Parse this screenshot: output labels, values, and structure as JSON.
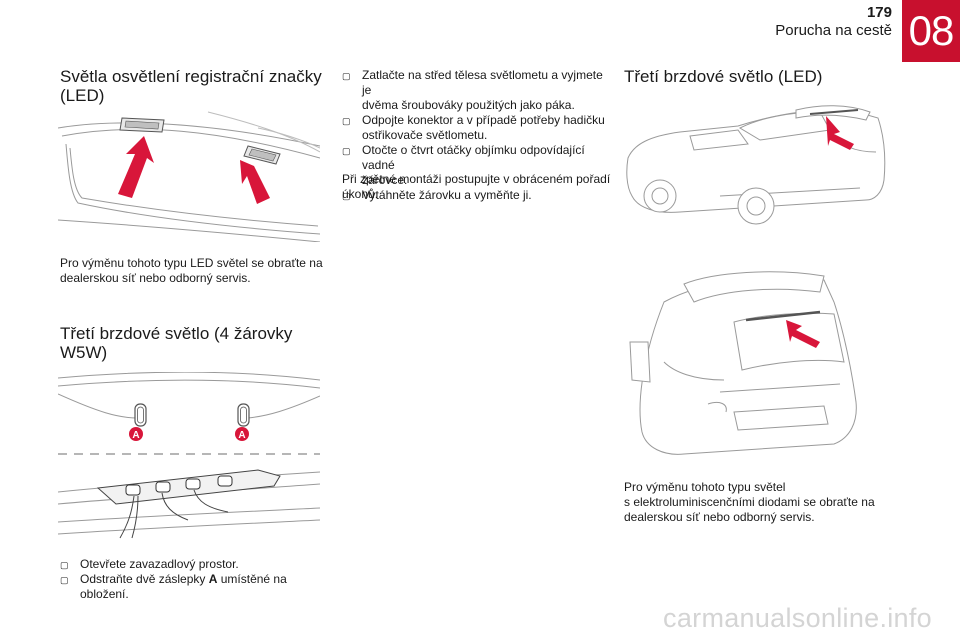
{
  "header": {
    "page_number": "179",
    "chapter_name": "Porucha na cestě",
    "chapter_number": "08"
  },
  "left_column": {
    "section1": {
      "title_line1": "Světla osvětlení registrační značky",
      "title_line2": "(LED)",
      "text_line1": "Pro výměnu tohoto typu LED světel se obraťte na",
      "text_line2": "dealerskou síť nebo odborný servis."
    },
    "section2": {
      "title_line1": "Třetí brzdové světlo (4 žárovky",
      "title_line2": "W5W)",
      "callout_label": "A",
      "bullets": [
        {
          "text": "Otevřete zavazadlový prostor."
        },
        {
          "pre": "Odstraňte dvě záslepky ",
          "bold": "A",
          "post": " umístěné na obložení."
        }
      ]
    }
  },
  "middle_column": {
    "bullets": [
      {
        "line1": "Zatlačte na střed tělesa světlometu a vyjmete je",
        "line2": "dvěma šroubováky použitých jako páka."
      },
      {
        "line1": "Odpojte konektor a v případě potřeby hadičku",
        "line2": "ostřikovače světlometu."
      },
      {
        "line1": "Otočte o čtvrt otáčky objímku odpovídající vadné",
        "line2": "žárovce."
      },
      {
        "line1": "Vytáhněte žárovku a vyměňte ji.",
        "line2": ""
      }
    ],
    "after_line1": "Při zpětné montáži postupujte v obráceném pořadí",
    "after_line2": "úkonů."
  },
  "right_column": {
    "title": "Třetí brzdové světlo (LED)",
    "text_line1": "Pro výměnu tohoto typu světel",
    "text_line2": "s elektroluminiscenčními diodami se obraťte na",
    "text_line3": "dealerskou síť nebo odborný servis."
  },
  "icons": {
    "bullet": "square-bullet-icon",
    "arrow": "red-arrow-icon"
  },
  "colors": {
    "accent": "#c8102e",
    "arrow": "#d8163a",
    "text": "#1a1a1a",
    "line": "#9a9a9a",
    "watermark": "#d4d4d4"
  },
  "watermark": "carmanualsonline.info"
}
